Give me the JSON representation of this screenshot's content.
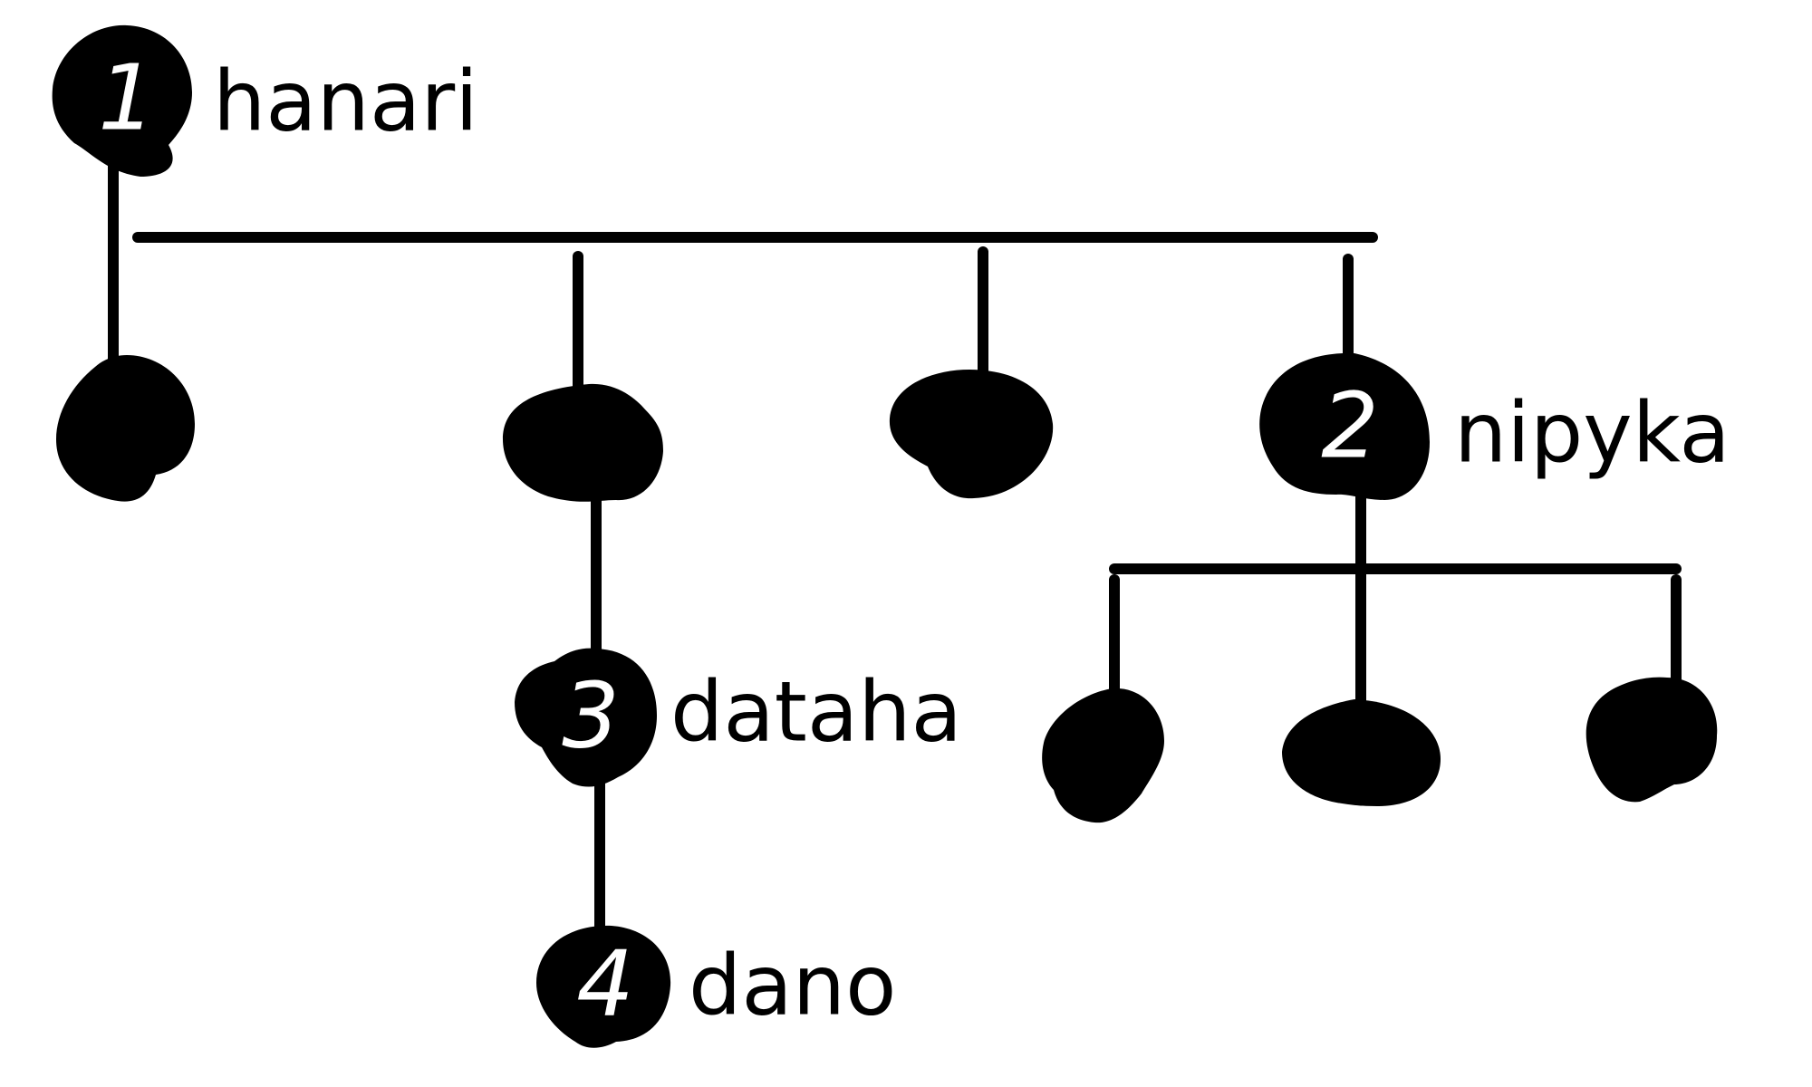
{
  "colors": {
    "ink": "#000000",
    "paper": "#ffffff",
    "number": "#ffffff"
  },
  "nodes": [
    {
      "id": "n1",
      "number": "1",
      "label": "hanari"
    },
    {
      "id": "n2",
      "number": "2",
      "label": "nipyka"
    },
    {
      "id": "n3",
      "number": "3",
      "label": "dataha"
    },
    {
      "id": "n4",
      "number": "4",
      "label": "dano"
    }
  ]
}
